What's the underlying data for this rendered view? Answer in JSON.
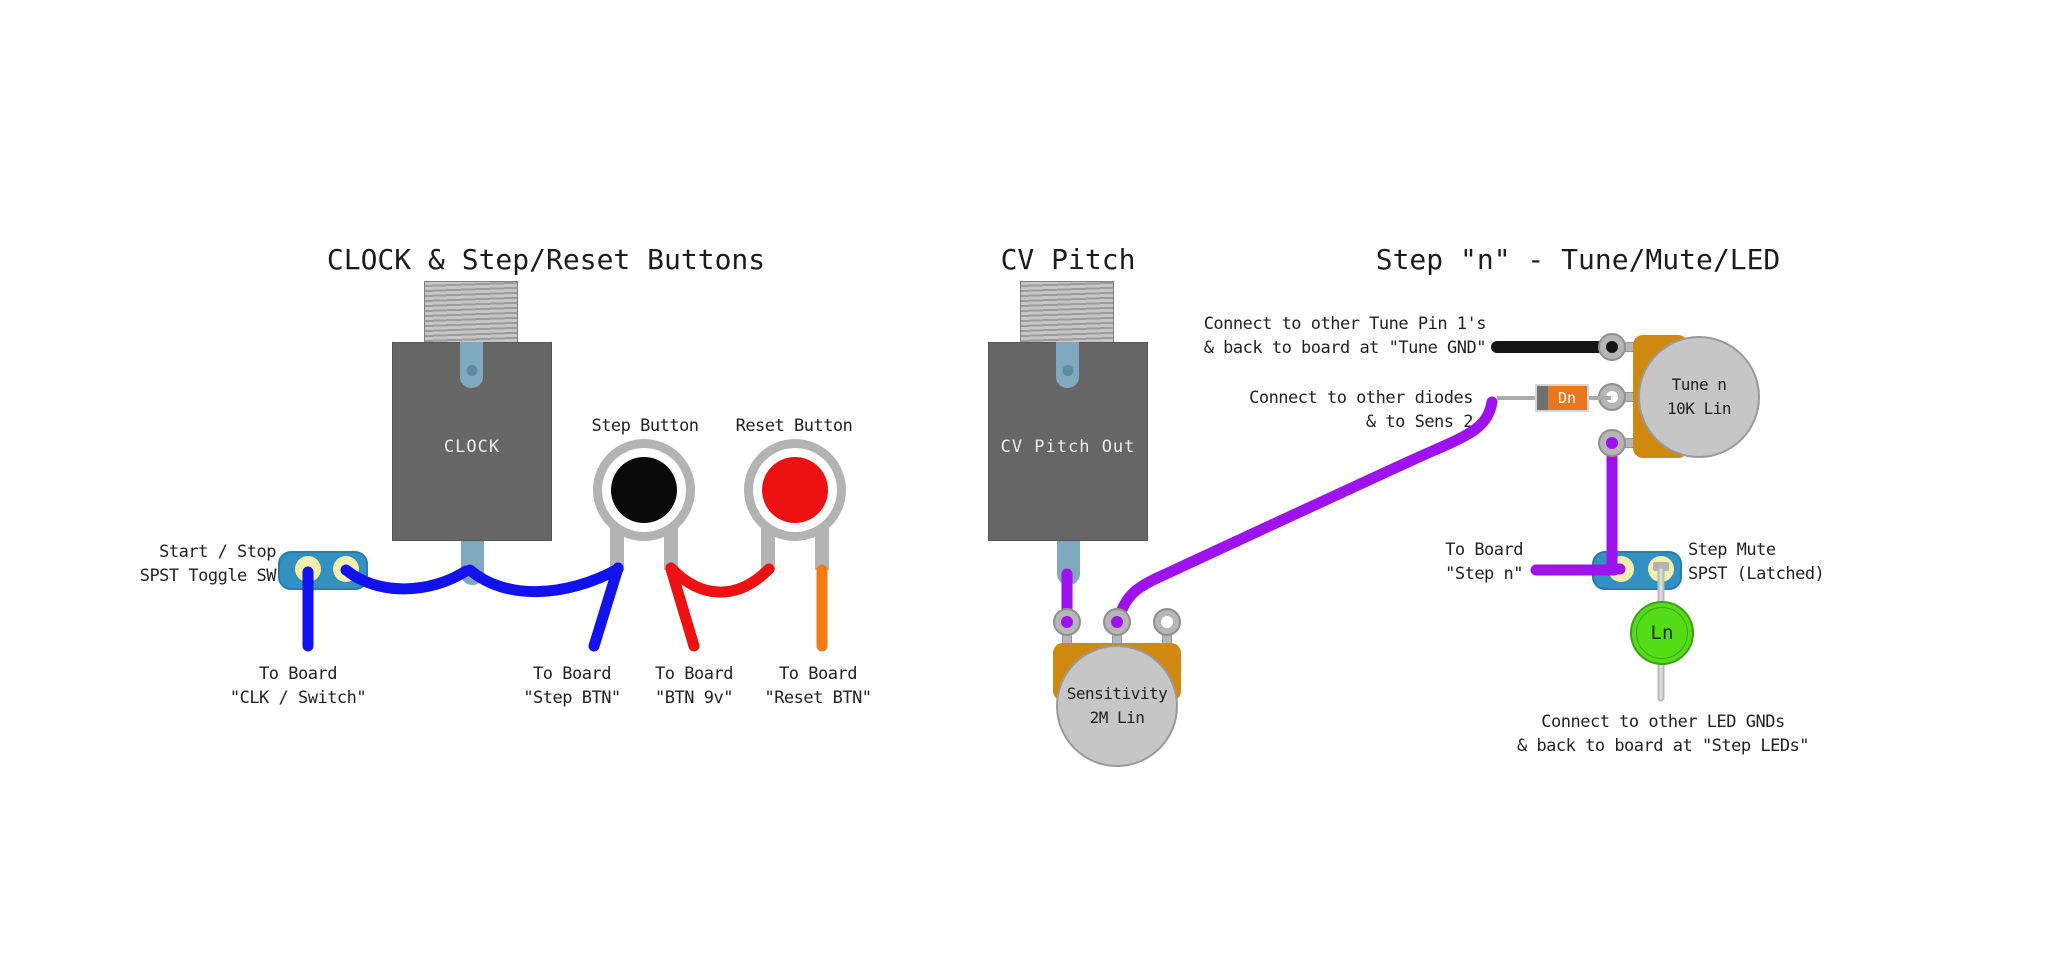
{
  "s1": {
    "title": "CLOCK & Step/Reset Buttons",
    "clock_label": "CLOCK",
    "toggle_label": [
      "Start / Stop",
      "SPST Toggle SW"
    ],
    "step_button_label": "Step Button",
    "reset_button_label": "Reset Button",
    "board_clk": [
      "To Board",
      "\"CLK / Switch\""
    ],
    "board_step": [
      "To Board",
      "\"Step BTN\""
    ],
    "board_9v": [
      "To Board",
      "\"BTN 9v\""
    ],
    "board_reset": [
      "To Board",
      "\"Reset BTN\""
    ]
  },
  "s2": {
    "title": "CV Pitch",
    "module_label": "CV Pitch Out",
    "pot_label": [
      "Sensitivity",
      "2M Lin"
    ]
  },
  "s3": {
    "title": "Step \"n\" - Tune/Mute/LED",
    "tune_gnd_note": [
      "Connect to other Tune Pin 1's",
      "& back to board at \"Tune GND\""
    ],
    "diode_note": [
      "Connect to other diodes",
      "& to Sens 2"
    ],
    "diode_label": "Dn",
    "pot_label": [
      "Tune n",
      "10K Lin"
    ],
    "board_step_n": [
      "To Board",
      "\"Step n\""
    ],
    "mute_label": [
      "Step Mute",
      "SPST (Latched)"
    ],
    "led_label": "Ln",
    "led_gnd_note": [
      "Connect to other LED GNDs",
      "& back to board at \"Step LEDs\""
    ]
  },
  "colors": {
    "wire_blue": "#1212ee",
    "wire_red": "#ee1111",
    "wire_orange": "#f57b14",
    "wire_purple": "#9d12ee",
    "wire_black": "#141414",
    "wire_gray": "#b9b9b9",
    "wire_gray_highlight": "#dcdcdc",
    "module_gray": "#666666",
    "lug_blue": "#7fa9bf",
    "switch_blue": "#3391c1",
    "terminal_cream": "#f2efae",
    "pot_orange": "#d0890f",
    "pot_gray": "#c6c6c6",
    "led_green": "#54dd17",
    "diode_orange": "#e8771e"
  }
}
